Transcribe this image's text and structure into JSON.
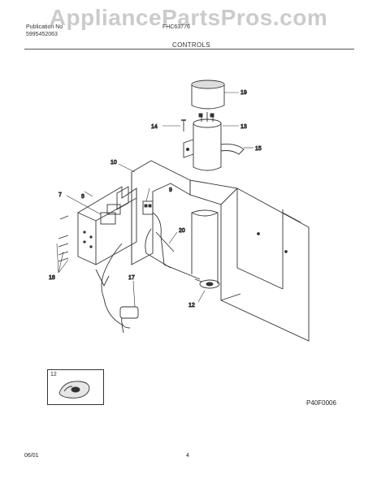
{
  "watermark": "AppliancePartsPros.com",
  "header": {
    "publication_label": "Publication No",
    "publication_number": "5995452063",
    "model": "FHC63776",
    "section_title": "CONTROLS"
  },
  "callouts": {
    "c7": "7",
    "c8": "8",
    "c9": "9",
    "c10": "10",
    "c12a": "12",
    "c12b": "12",
    "c13": "13",
    "c14": "14",
    "c15": "15",
    "c17": "17",
    "c18": "18",
    "c19": "19",
    "c20": "20"
  },
  "figure_code": "P40F0006",
  "footer": {
    "date": "06/01",
    "page": "4"
  }
}
